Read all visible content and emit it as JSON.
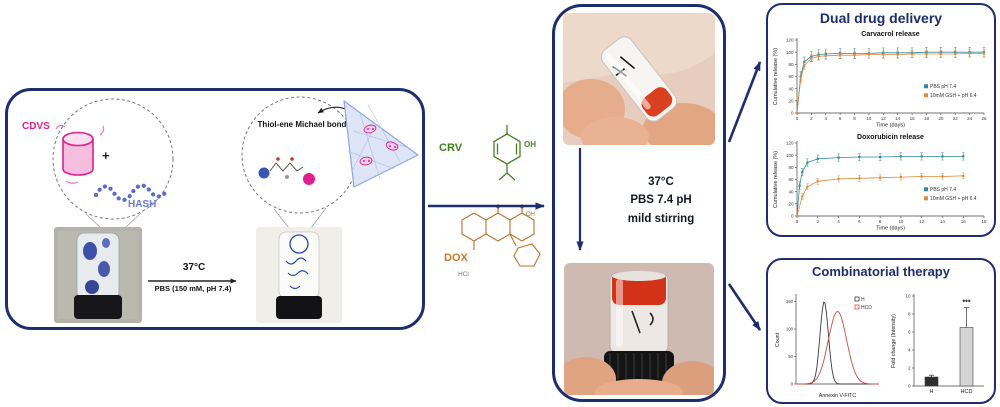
{
  "figure": {
    "synthesis": {
      "cdvs_label": "CDVS",
      "plus": "+",
      "hash_label": "HASH",
      "bond_label": "Thiol-ene Michael bond",
      "reaction_temp": "37°C",
      "reaction_buffer": "PBS (150 mM, pH 7.4)"
    },
    "molecules": {
      "crv_label": "CRV",
      "crv_oh": "OH",
      "dox_label": "DOX",
      "dox_hcl": "HCl",
      "dox_oh": "OH"
    },
    "incubation": {
      "line1": "37°C",
      "line2": "PBS 7.4 pH",
      "line3": "mild stirring"
    },
    "dual_drug_title": "Dual drug delivery",
    "combinatorial_title": "Combinatorial therapy"
  },
  "chart_data": [
    {
      "id": "carvacrol",
      "type": "line",
      "title": "Carvacrol release",
      "xlabel": "Time (days)",
      "ylabel": "Cumulative release (%)",
      "xlim": [
        0,
        26
      ],
      "xticks": [
        0,
        2,
        4,
        6,
        8,
        10,
        12,
        14,
        16,
        18,
        20,
        22,
        24,
        26
      ],
      "ylim": [
        0,
        120
      ],
      "yticks": [
        0,
        20,
        40,
        60,
        80,
        100,
        120
      ],
      "legend_position": "right",
      "series": [
        {
          "name": "PBS pH 7.4",
          "color": "#2e8a9e",
          "err": 8,
          "x": [
            0,
            0.5,
            1,
            2,
            3,
            4,
            6,
            8,
            10,
            12,
            14,
            16,
            18,
            20,
            22,
            24,
            26
          ],
          "y": [
            0,
            60,
            84,
            93,
            96,
            97,
            98,
            98,
            98,
            99,
            99,
            99,
            100,
            100,
            100,
            100,
            100
          ]
        },
        {
          "name": "10mM GSH + pH 6.4",
          "color": "#e2883a",
          "err": 6,
          "x": [
            0,
            0.5,
            1,
            2,
            3,
            4,
            6,
            8,
            10,
            12,
            14,
            16,
            18,
            20,
            22,
            24,
            26
          ],
          "y": [
            0,
            55,
            78,
            90,
            93,
            94,
            95,
            95,
            96,
            96,
            96,
            97,
            97,
            97,
            97,
            98,
            98
          ]
        }
      ]
    },
    {
      "id": "doxorubicin",
      "type": "line",
      "title": "Doxorubicin release",
      "xlabel": "Time (days)",
      "ylabel": "Cumulative release (%)",
      "xlim": [
        0,
        18
      ],
      "xticks": [
        0,
        2,
        4,
        6,
        8,
        10,
        12,
        14,
        16,
        18
      ],
      "ylim": [
        0,
        120
      ],
      "yticks": [
        0,
        20,
        40,
        60,
        80,
        100,
        120
      ],
      "legend_position": "right",
      "series": [
        {
          "name": "PBS pH 7.4",
          "color": "#2e8a9e",
          "err": 6,
          "x": [
            0,
            0.25,
            0.5,
            1,
            2,
            4,
            6,
            8,
            10,
            12,
            14,
            16
          ],
          "y": [
            0,
            50,
            72,
            88,
            94,
            96,
            97,
            97,
            98,
            98,
            98,
            98
          ]
        },
        {
          "name": "10mM GSH + pH 6.4",
          "color": "#e2883a",
          "err": 5,
          "x": [
            0,
            0.5,
            1,
            2,
            4,
            6,
            8,
            10,
            12,
            14,
            16
          ],
          "y": [
            0,
            32,
            48,
            57,
            61,
            62,
            63,
            64,
            65,
            65,
            66
          ]
        }
      ]
    },
    {
      "id": "flow",
      "type": "histogram",
      "xlabel": "Annexin V-FITC",
      "ylabel": "Count",
      "ylim": [
        0,
        160
      ],
      "yticks": [
        0,
        50,
        100,
        150
      ],
      "series": [
        {
          "name": "H",
          "color": "#3a3a3a",
          "mu": 0.34,
          "sigma": 0.05,
          "amp": 150
        },
        {
          "name": "HCD",
          "color": "#cc4b42",
          "mu": 0.5,
          "sigma": 0.11,
          "amp": 132
        }
      ]
    },
    {
      "id": "fold",
      "type": "bar",
      "ylabel": "Fold change (Intensity)",
      "categories": [
        "H",
        "HCD"
      ],
      "values": [
        1,
        6.5
      ],
      "errors": [
        0.2,
        2.2
      ],
      "colors": [
        "#2e2e2e",
        "#d4d4d4"
      ],
      "ylim": [
        0,
        10
      ],
      "yticks": [
        0,
        2,
        4,
        6,
        8,
        10
      ],
      "sig": "***"
    }
  ]
}
